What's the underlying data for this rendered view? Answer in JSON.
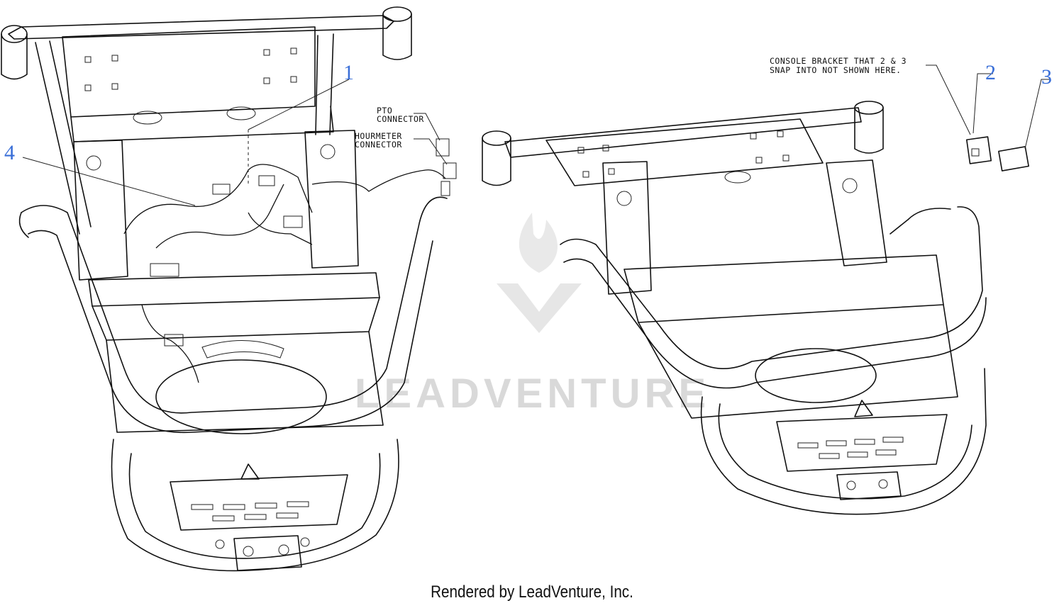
{
  "callouts": [
    {
      "number": "1",
      "color": "#3a6fd8"
    },
    {
      "number": "2",
      "color": "#3a6fd8"
    },
    {
      "number": "3",
      "color": "#3a6fd8"
    },
    {
      "number": "4",
      "color": "#3a6fd8"
    }
  ],
  "labels": {
    "pto_line1": "PTO",
    "pto_line2": "CONNECTOR",
    "hour_line1": "HOURMETER",
    "hour_line2": "CONNECTOR",
    "note_line1": "CONSOLE BRACKET THAT 2 & 3",
    "note_line2": "SNAP INTO NOT SHOWN HERE."
  },
  "watermark": "LEADVENTURE",
  "footer": "Rendered by LeadVenture, Inc."
}
